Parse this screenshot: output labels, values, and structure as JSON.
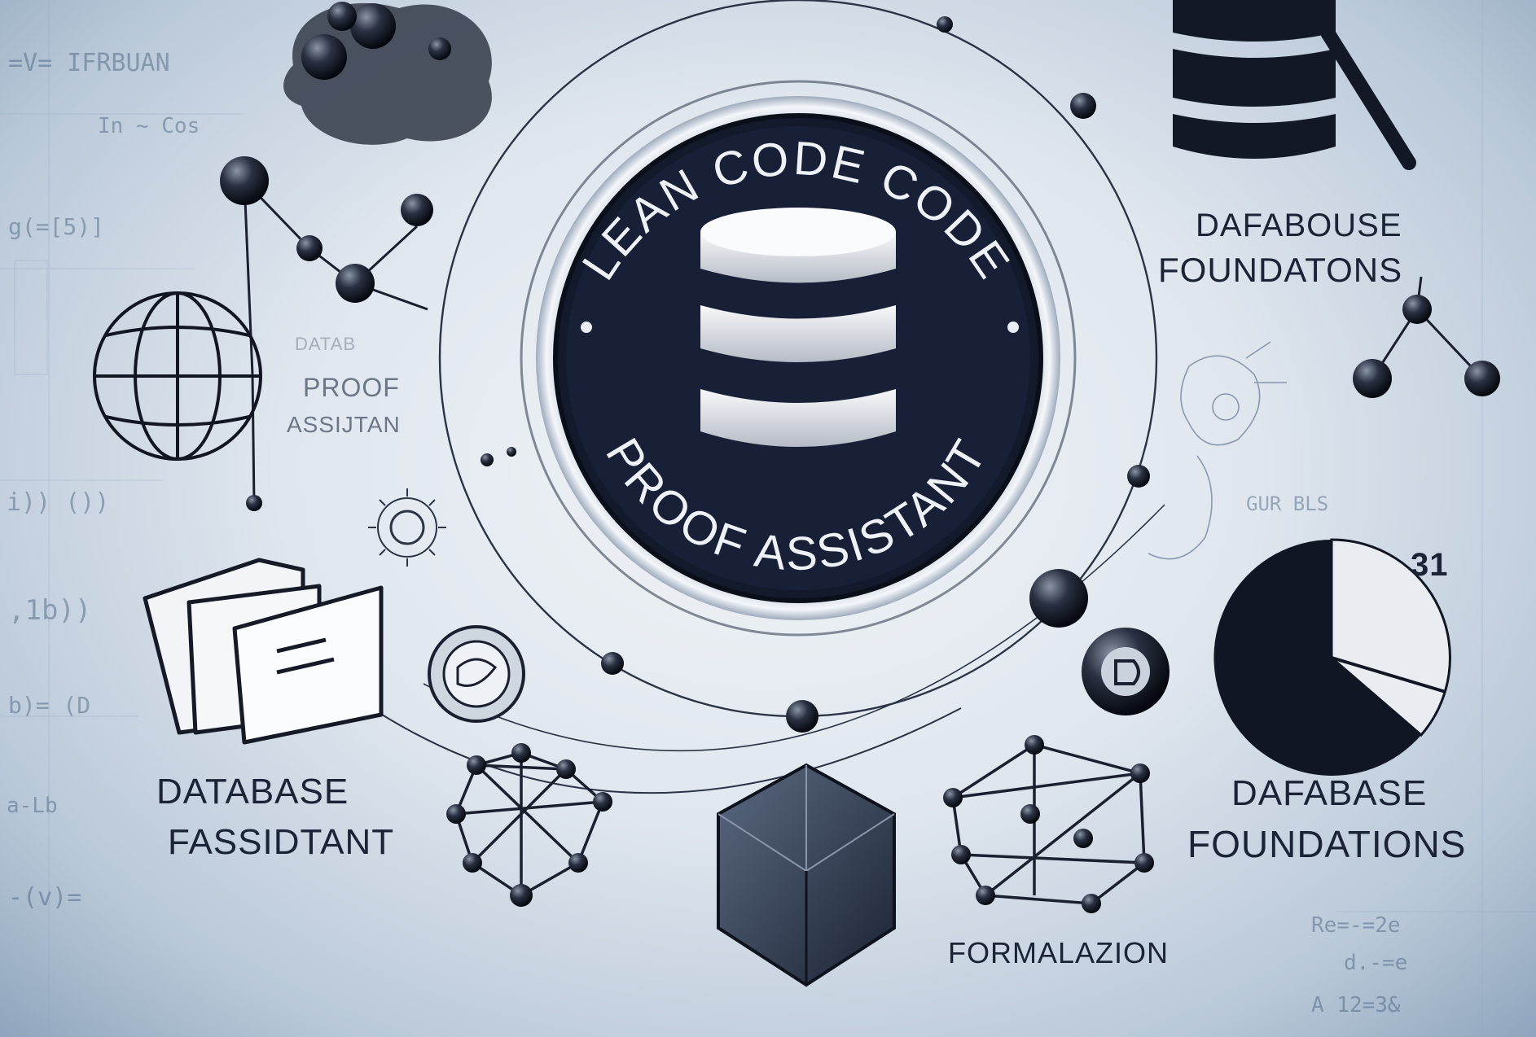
{
  "emblem": {
    "top_text": "LEAN CODE CODE",
    "bottom_text": "PROOF ASSISTANT",
    "icon": "database-cylinder-icon"
  },
  "labels": {
    "top_right_line1": "DAFABOUSE",
    "top_right_line2": "FOUNDATONS",
    "left_faint_line1": "DATAB",
    "left_faint_line2": "PROOF",
    "left_faint_line3": "ASSIJTAN",
    "bottom_left_line1": "DATABASE",
    "bottom_left_line2": "FASSIDTANT",
    "bottom_right_line1": "DAFABASE",
    "bottom_right_line2": "FOUNDATIONS",
    "bottom_center": "FORMALAZION",
    "pie_value": "31"
  },
  "background_scribbles": {
    "line1": "=V= IFRBUAN",
    "line2": "In ~ Cos",
    "line3": "g(=[5)]",
    "line4": "i)) ())",
    "line5": ",1b))",
    "line6": "b)= (D",
    "line7": "a-Lb",
    "line8": "-(v)=",
    "line9": "Re=-=2e",
    "line10": "d.-=e",
    "line11": "A 12=3&",
    "line12": "GUR BLS"
  },
  "colors": {
    "navy": "#1a2338",
    "steel": "#9fb2c7",
    "accent_blue": "#2a3e66"
  }
}
